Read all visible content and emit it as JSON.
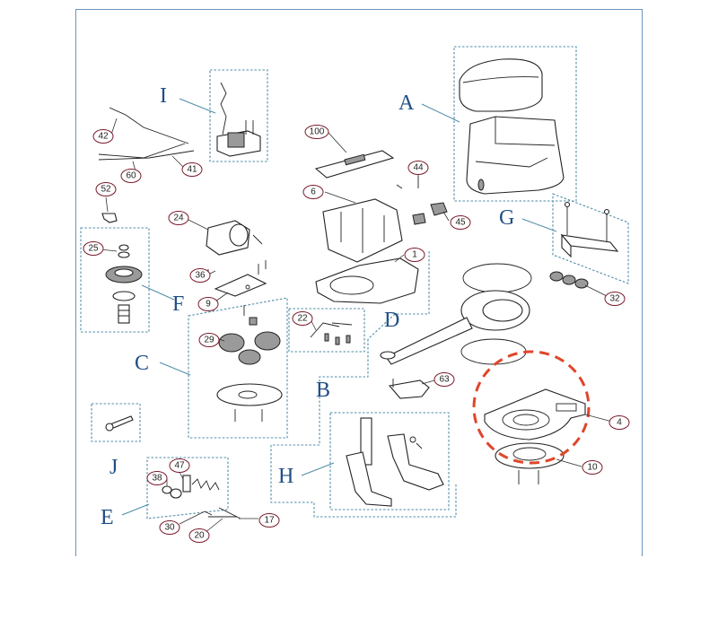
{
  "groups": {
    "A": "A",
    "B": "B",
    "C": "C",
    "D": "D",
    "E": "E",
    "F": "F",
    "G": "G",
    "H": "H",
    "I": "I",
    "J": "J"
  },
  "callouts": {
    "n1": "1",
    "n4": "4",
    "n6": "6",
    "n9": "9",
    "n10": "10",
    "n17": "17",
    "n20": "20",
    "n22": "22",
    "n24": "24",
    "n25": "25",
    "n29": "29",
    "n30": "30",
    "n32": "32",
    "n36": "36",
    "n38": "38",
    "n41": "41",
    "n42": "42",
    "n44": "44",
    "n45": "45",
    "n47": "47",
    "n52": "52",
    "n60": "60",
    "n63": "63",
    "n100": "100"
  },
  "colors": {
    "frame": "#6b95bd",
    "group_letter": "#1f4e86",
    "callout_ring": "#7a1a2a",
    "highlight": "#e0452a"
  }
}
